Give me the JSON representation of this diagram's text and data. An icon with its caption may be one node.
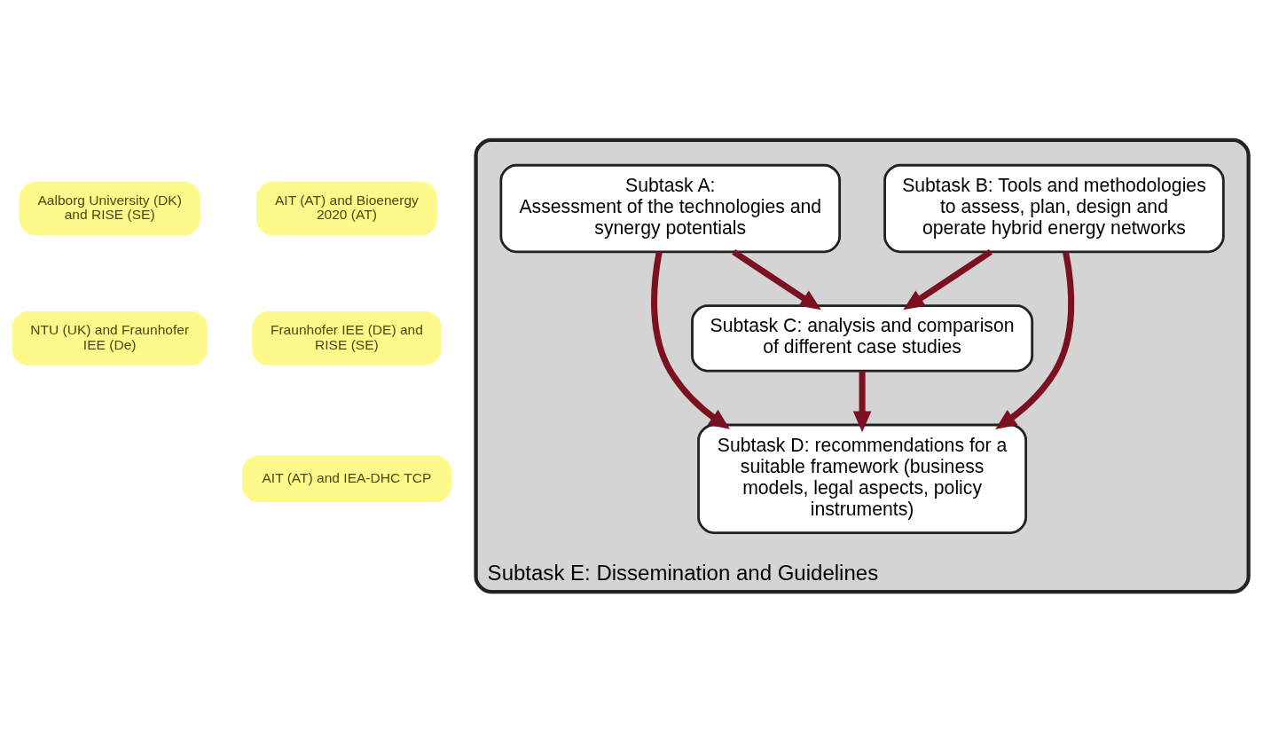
{
  "diagram": {
    "nodes": [
      {
        "text": [
          "Aalborg University (DK) and RISE (SE)"
        ]
      },
      {
        "text": [
          "AIT (AT) and Bioenergy 2020 (AT)"
        ]
      },
      {
        "text": [
          "Subtask E: Dissemination and Guidelines"
        ]
      },
      {
        "text": [
          "Subtask A:",
          "Assessment of the technologies and synergy potentials"
        ],
        "in": 2
      },
      {
        "text": [
          "Subtask B: Tools and methodologies to assess, plan, design and operate hybrid energy networks"
        ],
        "in": 2
      },
      {
        "text": [
          "NTU (UK) and Fraunhofer IEE (De)"
        ]
      },
      {
        "text": [
          "Subtask C: analysis and comparison of different case studies"
        ],
        "in": 2
      },
      {
        "text": [
          "Fraunhofer IEE (DE) and RISE (SE)"
        ]
      },
      {
        "text": [
          "Subtask D: recommendations for a suitable framework (business models, legal aspects, policy instruments)"
        ],
        "in": 2
      },
      {
        "text": [
          "AIT (AT) and IEA-DHC TCP"
        ]
      }
    ],
    "edges": [
      {
        "from": 3,
        "to": 6,
        "arrow": "to"
      },
      {
        "from": 3,
        "to": 8,
        "arrow": "to"
      },
      {
        "from": 4,
        "to": 6,
        "arrow": "to"
      },
      {
        "from": 4,
        "to": 8,
        "arrow": "to"
      },
      {
        "from": 6,
        "to": 8,
        "arrow": "to"
      }
    ]
  }
}
